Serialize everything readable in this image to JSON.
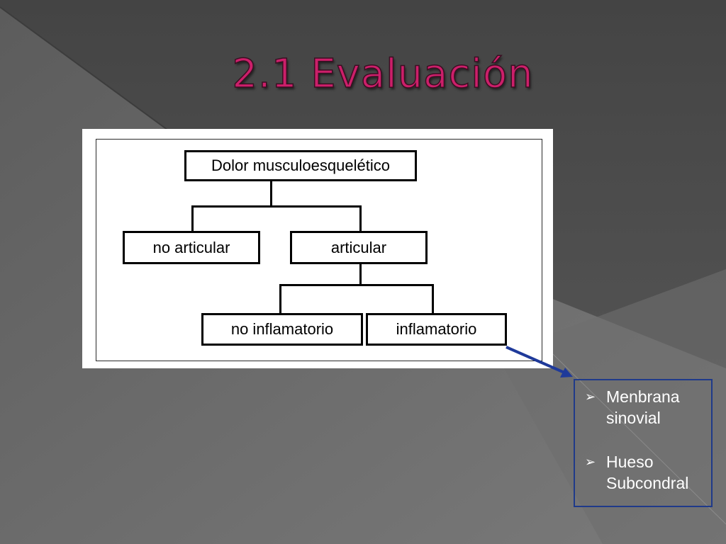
{
  "slide": {
    "title": "2.1  Evaluación"
  },
  "diagram": {
    "root": "Dolor musculoesquelético",
    "level1_left": "no articular",
    "level1_right": "articular",
    "level2_left": "no inflamatorio",
    "level2_right": "inflamatorio"
  },
  "callout": {
    "bullet_icon": "arrow-bullet-icon",
    "items": [
      {
        "text": "Menbrana sinovial"
      },
      {
        "text": "Hueso Subcondral"
      }
    ]
  },
  "colors": {
    "title": "#cc1f6a",
    "background": "#4c4c4c",
    "callout_border": "#1f3a8a",
    "arrow": "#1f3a9a"
  }
}
